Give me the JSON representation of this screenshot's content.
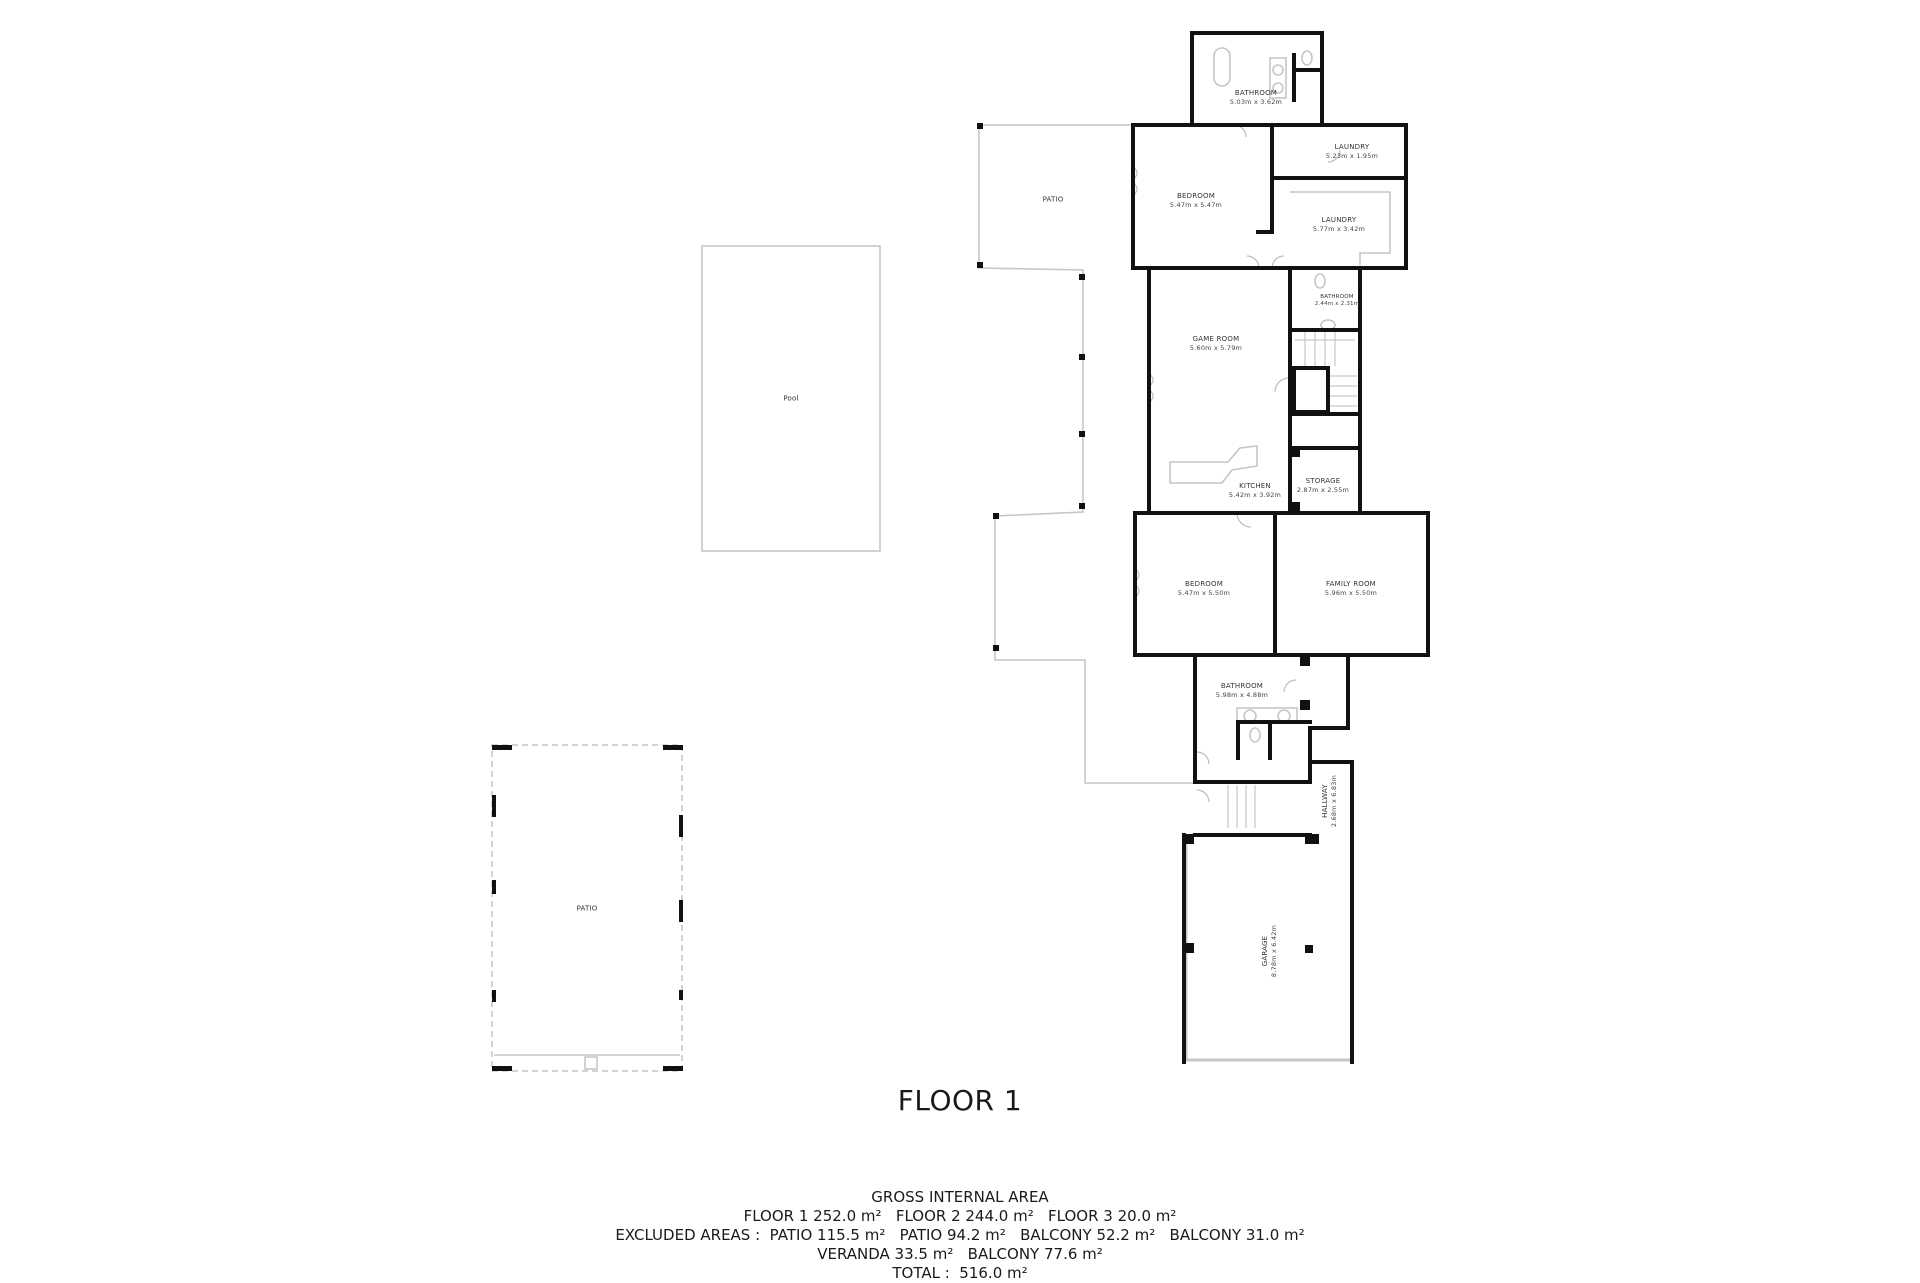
{
  "title": "FLOOR 1",
  "rooms": {
    "bathroom_top": {
      "name": "BATHROOM",
      "dims": "5.03m x 3.62m"
    },
    "bedroom_top": {
      "name": "BEDROOM",
      "dims": "5.47m x 5.47m"
    },
    "laundry_small": {
      "name": "LAUNDRY",
      "dims": "5.23m x 1.95m"
    },
    "laundry_large": {
      "name": "LAUNDRY",
      "dims": "5.77m x 3.42m"
    },
    "patio_top": {
      "name": "PATIO"
    },
    "bathroom_small": {
      "name": "BATHROOM",
      "dims": "2.44m x 2.31m"
    },
    "game_room": {
      "name": "GAME ROOM",
      "dims": "5.60m x 5.79m"
    },
    "kitchen": {
      "name": "KITCHEN",
      "dims": "5.42m x 3.92m"
    },
    "storage": {
      "name": "STORAGE",
      "dims": "2.87m x 2.55m"
    },
    "bedroom_mid": {
      "name": "BEDROOM",
      "dims": "5.47m x 5.50m"
    },
    "family_room": {
      "name": "FAMILY ROOM",
      "dims": "5.96m x 5.50m"
    },
    "bathroom_lower": {
      "name": "BATHROOM",
      "dims": "5.98m x 4.88m"
    },
    "hallway": {
      "name": "HALLWAY",
      "dims": "2.68m x 6.83m"
    },
    "garage": {
      "name": "GARAGE",
      "dims": "8.78m x 6.42m"
    },
    "pool": {
      "name": "Pool"
    },
    "patio_left": {
      "name": "PATIO"
    }
  },
  "area_summary": {
    "heading": "GROSS INTERNAL AREA",
    "floors_line": "FLOOR 1 252.0 m²   FLOOR 2 244.0 m²   FLOOR 3 20.0 m²",
    "excluded_line": "EXCLUDED AREAS :  PATIO 115.5 m²   PATIO 94.2 m²   BALCONY 52.2 m²   BALCONY 31.0 m²",
    "excluded_line2": "VERANDA 33.5 m²   BALCONY 77.6 m²",
    "total_line": "TOTAL :  516.0 m²"
  },
  "colors": {
    "wall": "#111111",
    "outline": "#c8c8c8",
    "background": "#ffffff"
  }
}
